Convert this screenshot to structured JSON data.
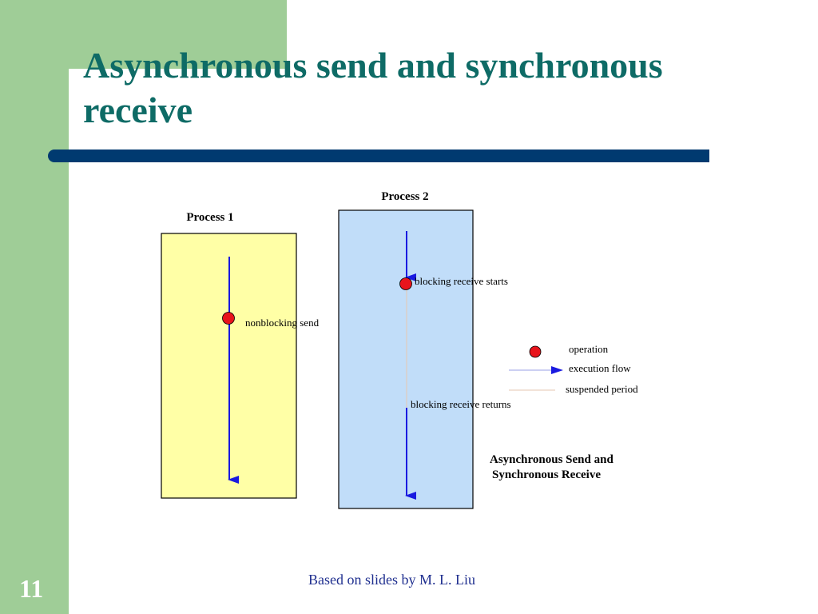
{
  "slide": {
    "title_lines": [
      "Asynchronous send and synchronous",
      "receive"
    ],
    "number": "11",
    "footer": "Based on slides by  M. L. Liu"
  },
  "diagram": {
    "process1_label": "Process 1",
    "process2_label": "Process 2",
    "op_nonblocking_send": "nonblocking send",
    "op_blocking_receive_starts": "blocking receive starts",
    "op_blocking_receive_returns": "blocking receive returns",
    "legend": {
      "operation": "operation",
      "execution_flow": "execution flow",
      "suspended_period": "suspended period"
    },
    "caption_lines": [
      "Asynchronous Send and",
      "Synchronous Receive"
    ],
    "colors": {
      "process1_fill": "#ffffa6",
      "process2_fill": "#c1ddf9",
      "flow": "#1a1ae0",
      "operation": "#e8141c",
      "suspended": "#e6c7b0"
    }
  }
}
